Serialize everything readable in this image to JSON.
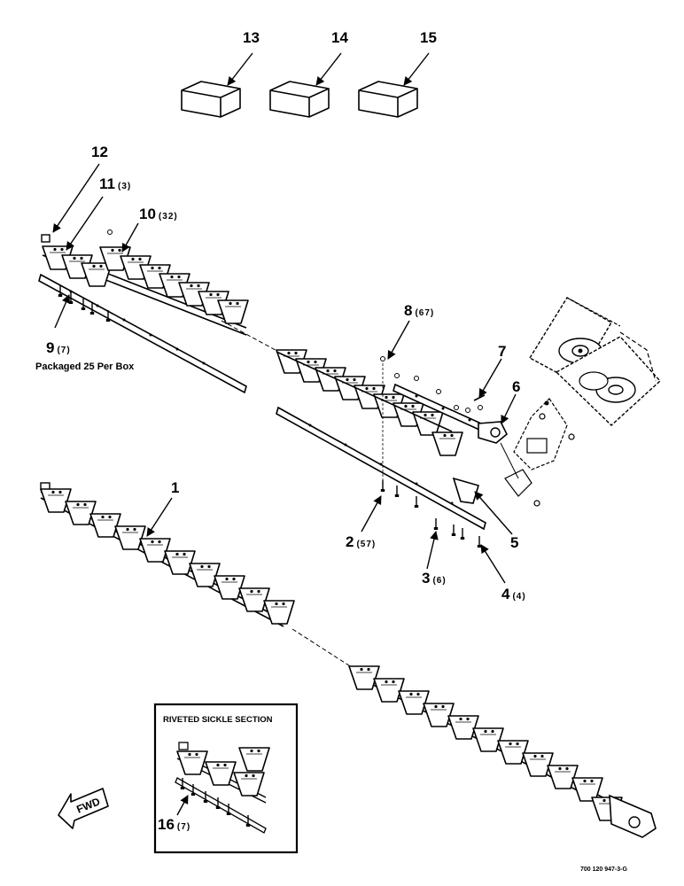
{
  "callouts": [
    {
      "id": "c13",
      "number": "13",
      "qty": ""
    },
    {
      "id": "c14",
      "number": "14",
      "qty": ""
    },
    {
      "id": "c15",
      "number": "15",
      "qty": ""
    },
    {
      "id": "c12",
      "number": "12",
      "qty": ""
    },
    {
      "id": "c11",
      "number": "11",
      "qty": "(3)"
    },
    {
      "id": "c10",
      "number": "10",
      "qty": "(32)"
    },
    {
      "id": "c9",
      "number": "9",
      "qty": "(7)"
    },
    {
      "id": "c8",
      "number": "8",
      "qty": "(67)"
    },
    {
      "id": "c7",
      "number": "7",
      "qty": ""
    },
    {
      "id": "c6",
      "number": "6",
      "qty": ""
    },
    {
      "id": "c5",
      "number": "5",
      "qty": ""
    },
    {
      "id": "c4",
      "number": "4",
      "qty": "(4)"
    },
    {
      "id": "c3",
      "number": "3",
      "qty": "(6)"
    },
    {
      "id": "c2",
      "number": "2",
      "qty": "(57)"
    },
    {
      "id": "c1",
      "number": "1",
      "qty": ""
    },
    {
      "id": "c16",
      "number": "16",
      "qty": "(7)"
    }
  ],
  "notes": {
    "packaged": "Packaged 25 Per Box"
  },
  "inset": {
    "title": "RIVETED SICKLE SECTION"
  },
  "direction": {
    "label": "FWD"
  },
  "doc_number": "700 120 947-3-G"
}
